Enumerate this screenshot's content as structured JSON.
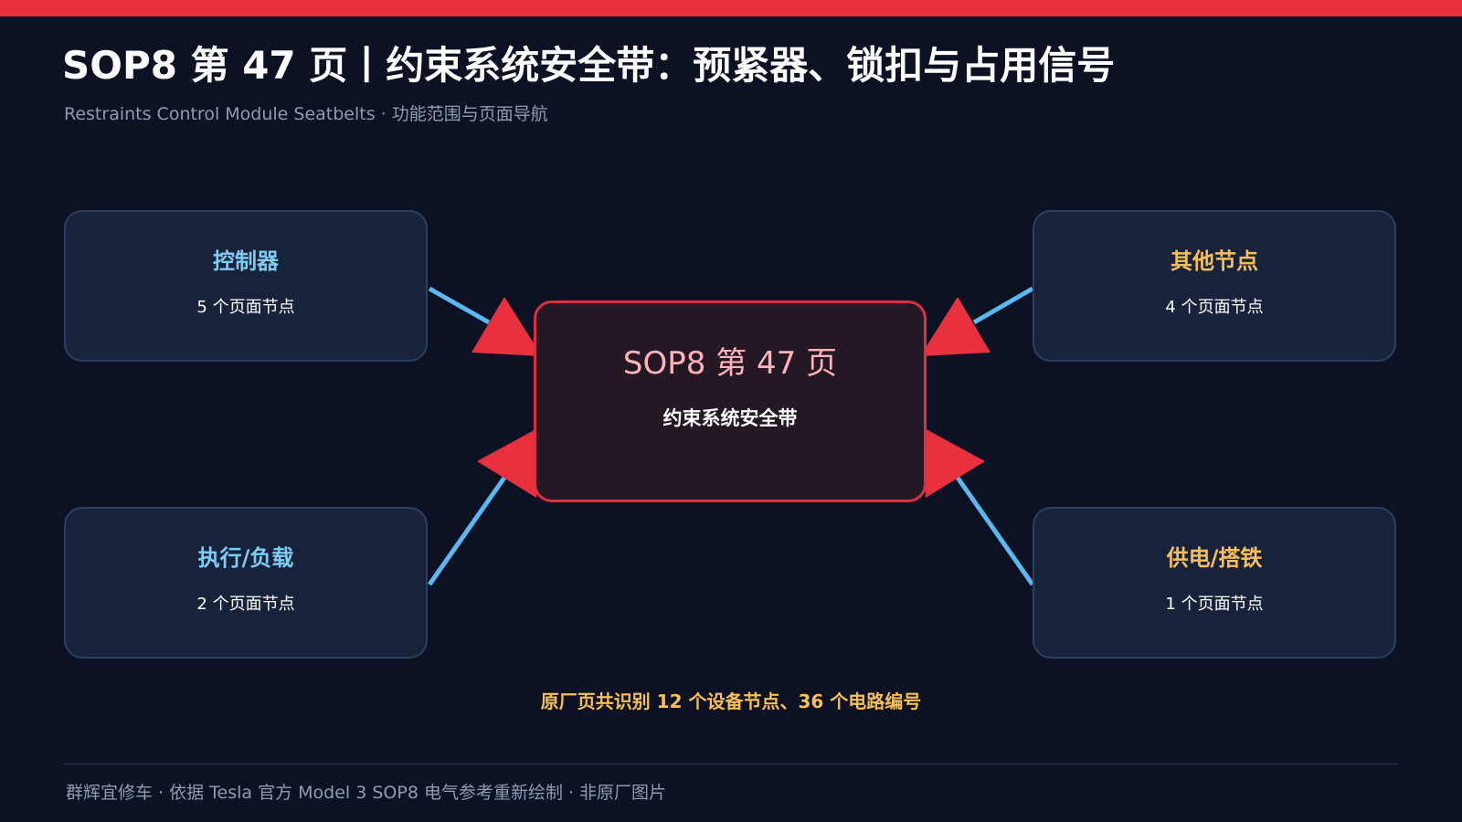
{
  "header": {
    "title": "SOP8 第 47 页丨约束系统安全带：预紧器、锁扣与占用信号",
    "subtitle": "Restraints Control Module Seatbelts · 功能范围与页面导航"
  },
  "center": {
    "title": "SOP8 第 47 页",
    "subtitle": "约束系统安全带"
  },
  "nodes": [
    {
      "title": "控制器",
      "count": "5 个页面节点",
      "color": "#7ecbf4"
    },
    {
      "title": "其他节点",
      "count": "4 个页面节点",
      "color": "#f6bf5a"
    },
    {
      "title": "执行/负载",
      "count": "2 个页面节点",
      "color": "#7ecbf4"
    },
    {
      "title": "供电/搭铁",
      "count": "1 个页面节点",
      "color": "#f6bf5a"
    }
  ],
  "summary": "原厂页共识别 12 个设备节点、36 个电路编号",
  "footer": "群辉宜修车 · 依据 Tesla 官方 Model 3 SOP8 电气参考重新绘制 · 非原厂图片",
  "colors": {
    "background": "#0c1224",
    "accent_red": "#e8303f",
    "connector_blue": "#5bb8f0",
    "label_blue": "#7ecbf4",
    "label_orange": "#f6bf5a"
  }
}
